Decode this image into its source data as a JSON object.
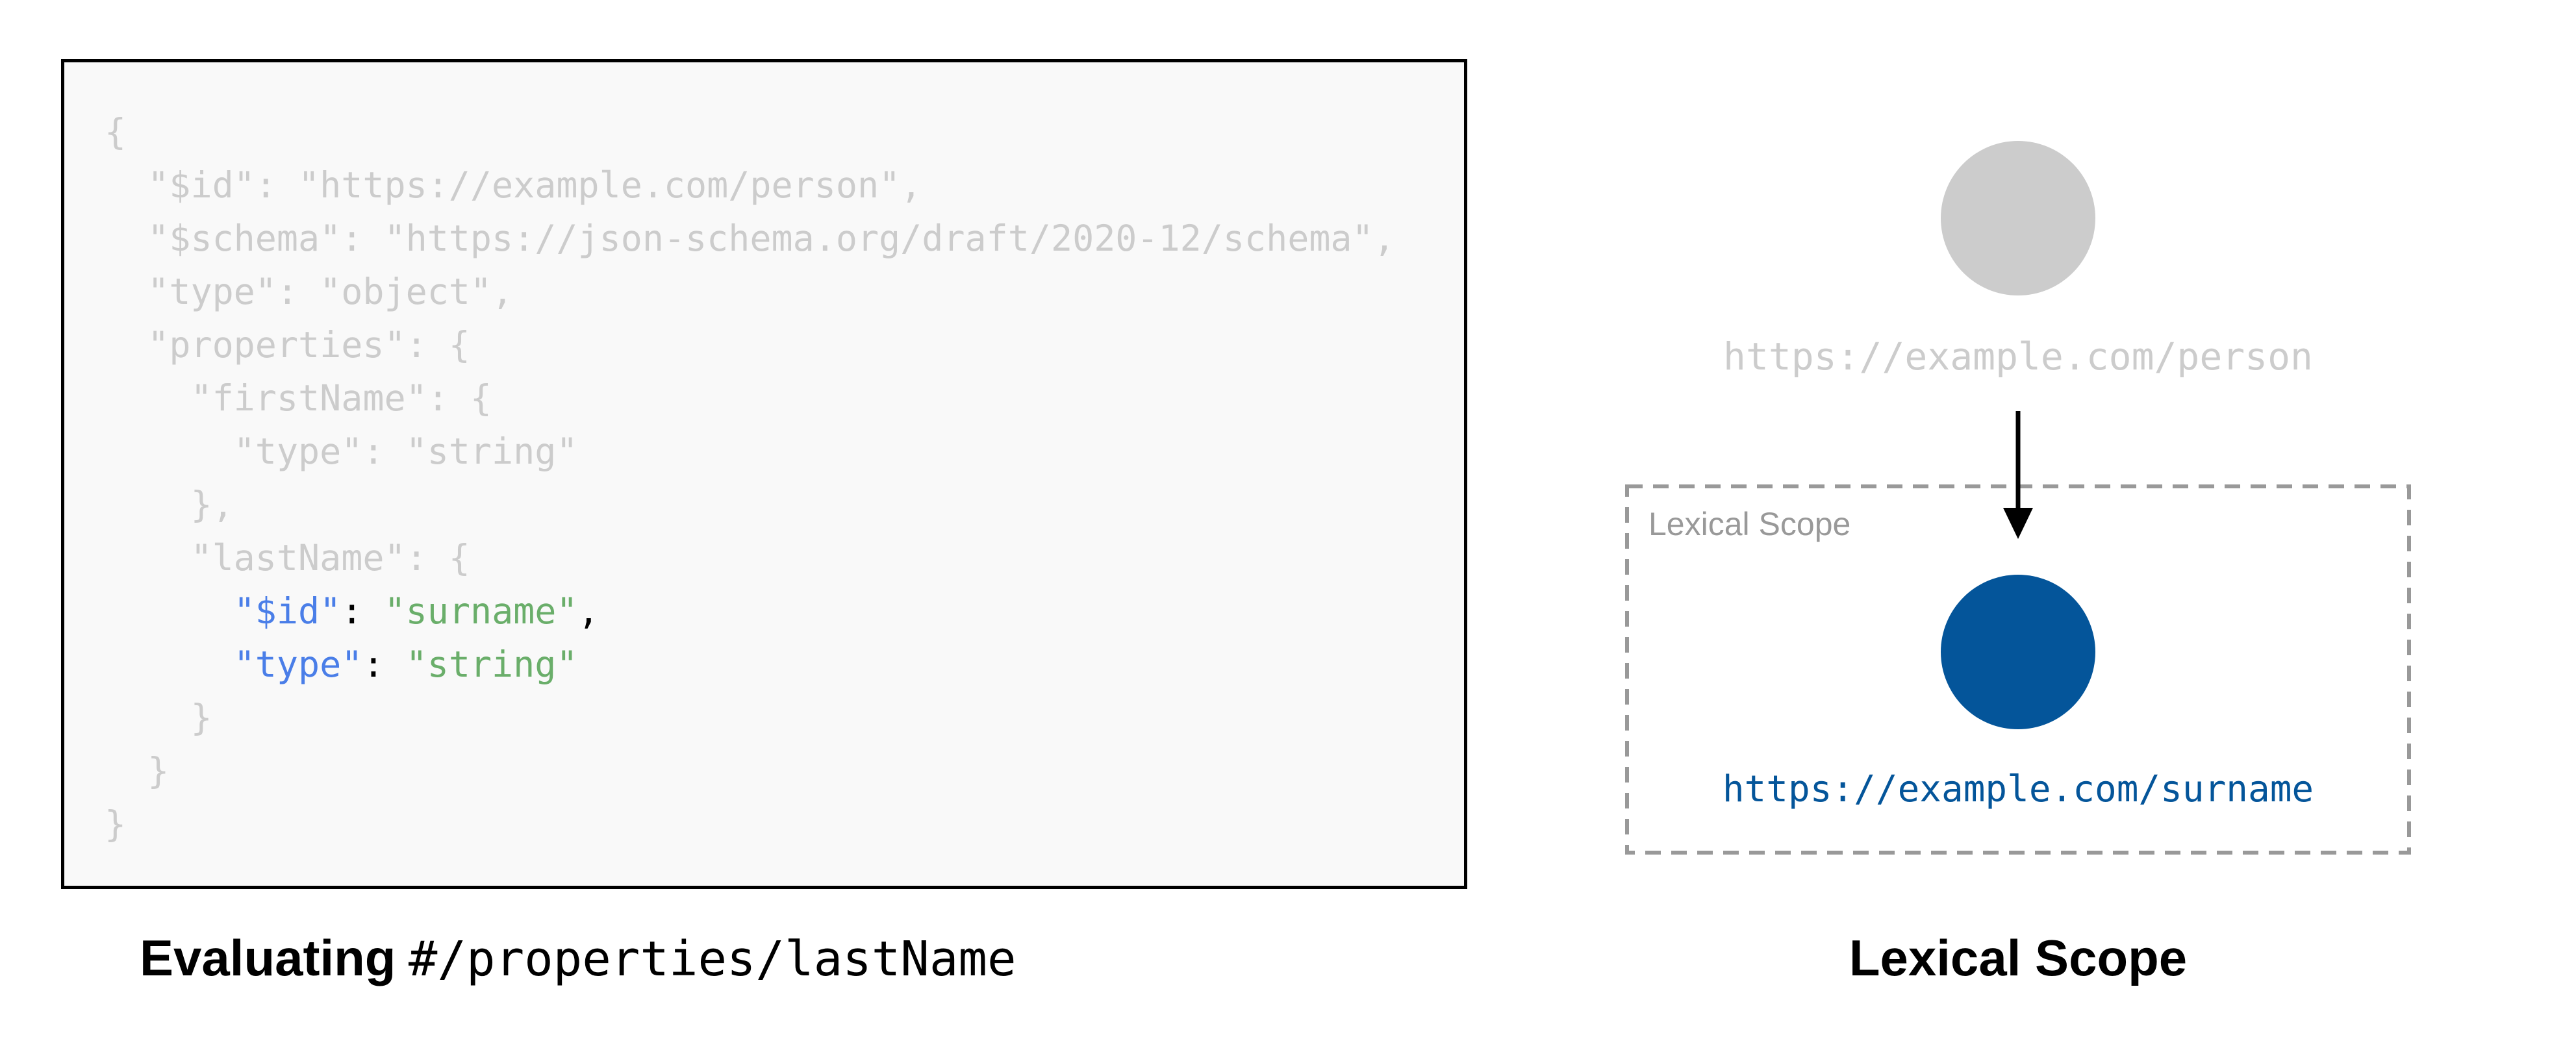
{
  "code_panel": {
    "lines": [
      [
        {
          "t": "{",
          "c": "dim"
        }
      ],
      [
        {
          "t": "  \"$id\": \"https://example.com/person\",",
          "c": "dim"
        }
      ],
      [
        {
          "t": "  \"$schema\": \"https://json-schema.org/draft/2020-12/schema\",",
          "c": "dim"
        }
      ],
      [
        {
          "t": "  \"type\": \"object\",",
          "c": "dim"
        }
      ],
      [
        {
          "t": "  \"properties\": {",
          "c": "dim"
        }
      ],
      [
        {
          "t": "    \"firstName\": {",
          "c": "dim"
        }
      ],
      [
        {
          "t": "      \"type\": \"string\"",
          "c": "dim"
        }
      ],
      [
        {
          "t": "    },",
          "c": "dim"
        }
      ],
      [
        {
          "t": "    \"lastName\": {",
          "c": "dim"
        }
      ],
      [
        {
          "t": "      ",
          "c": "dim"
        },
        {
          "t": "\"$id\"",
          "c": "key"
        },
        {
          "t": ": ",
          "c": "punct"
        },
        {
          "t": "\"surname\"",
          "c": "str"
        },
        {
          "t": ",",
          "c": "punct"
        }
      ],
      [
        {
          "t": "      ",
          "c": "dim"
        },
        {
          "t": "\"type\"",
          "c": "key"
        },
        {
          "t": ": ",
          "c": "punct"
        },
        {
          "t": "\"string\"",
          "c": "str"
        }
      ],
      [
        {
          "t": "    }",
          "c": "dim"
        }
      ],
      [
        {
          "t": "  }",
          "c": "dim"
        }
      ],
      [
        {
          "t": "}",
          "c": "dim"
        }
      ]
    ]
  },
  "caption_left": {
    "bold": "Evaluating",
    "mono": "#/properties/lastName"
  },
  "diagram": {
    "parent_node": {
      "uri": "https://example.com/person",
      "color": "#cccccc"
    },
    "child_node": {
      "uri": "https://example.com/surname",
      "color": "#04559a"
    },
    "scope_box_label": "Lexical Scope",
    "title": "Lexical Scope"
  },
  "colors": {
    "key": "#4a7ee8",
    "string": "#6aae6a",
    "dimmed": "#cccccc",
    "scope_border": "#999999"
  }
}
